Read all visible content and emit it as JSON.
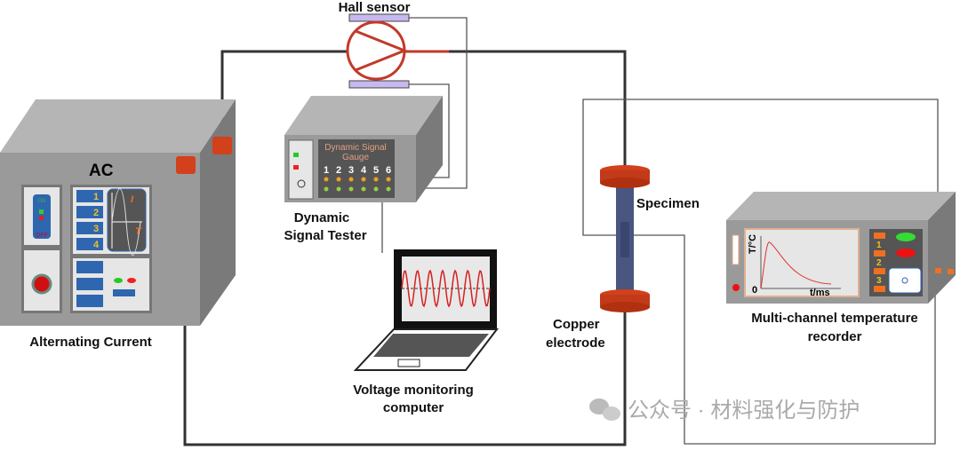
{
  "labels": {
    "hall_sensor": "Hall sensor",
    "ac": "AC",
    "alternating_current": "Alternating Current",
    "tester_line1": "Dynamic",
    "tester_line2": "Signal Tester",
    "gauge_line1": "Dynamic Signal",
    "gauge_line2": "Gauge",
    "channels": [
      "1",
      "2",
      "3",
      "4",
      "5",
      "6"
    ],
    "specimen": "Specimen",
    "copper_line1": "Copper",
    "copper_line2": "electrode",
    "computer_line1": "Voltage monitoring",
    "computer_line2": "computer",
    "recorder_line1": "Multi-channel temperature",
    "recorder_line2": "recorder",
    "recorder_y_axis": "T/°C",
    "recorder_x_axis": "t/ms",
    "recorder_origin": "0",
    "recorder_buttons": [
      "1",
      "2",
      "3"
    ],
    "ac_channels": [
      "1",
      "2",
      "3",
      "4"
    ],
    "ac_switch_on": "ON",
    "ac_switch_off": "OFF",
    "ac_axis_i": "I",
    "ac_axis_t": "T",
    "watermark": "公众号 · 材料强化与防护"
  },
  "colors": {
    "box": "#8a8a8a",
    "electrode": "#d2401c",
    "wire": "#333333",
    "sine": "#d62020"
  }
}
